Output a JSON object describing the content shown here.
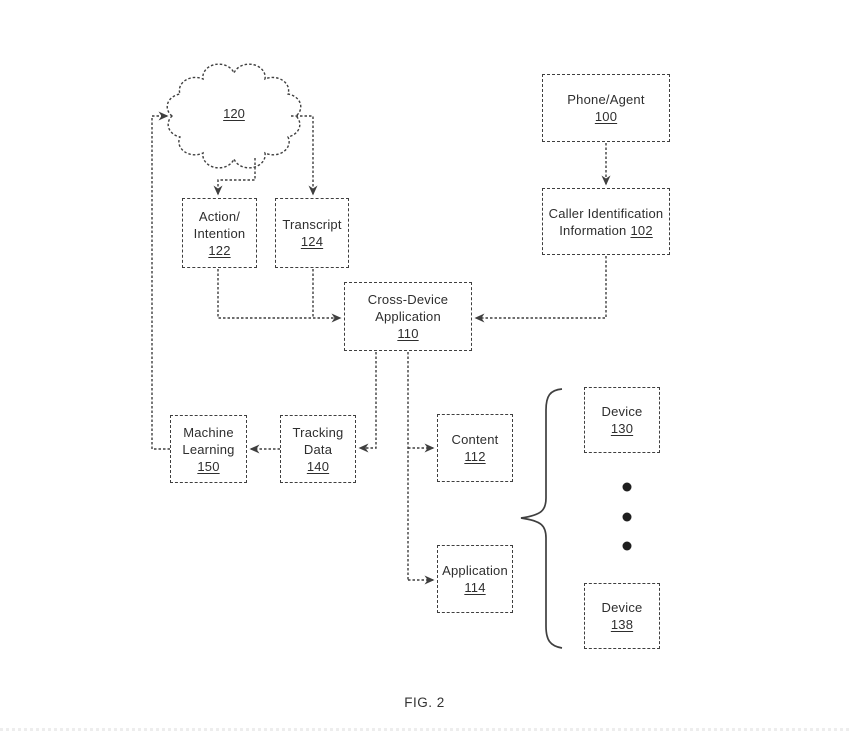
{
  "figure": {
    "caption": "FIG. 2"
  },
  "nodes": {
    "cloud": {
      "ref": "120"
    },
    "phone_agent": {
      "line1": "Phone/Agent",
      "ref": "100"
    },
    "caller_id": {
      "line1": "Caller Identification",
      "line2": "Information",
      "ref": "102"
    },
    "action_intention": {
      "line1": "Action/",
      "line2": "Intention",
      "ref": "122"
    },
    "transcript": {
      "line1": "Transcript",
      "ref": "124"
    },
    "cross_device": {
      "line1": "Cross-Device",
      "line2": "Application",
      "ref": "110"
    },
    "machine_learning": {
      "line1": "Machine",
      "line2": "Learning",
      "ref": "150"
    },
    "tracking_data": {
      "line1": "Tracking",
      "line2": "Data",
      "ref": "140"
    },
    "content": {
      "line1": "Content",
      "ref": "112"
    },
    "application": {
      "line1": "Application",
      "ref": "114"
    },
    "device_top": {
      "line1": "Device",
      "ref": "130"
    },
    "device_bottom": {
      "line1": "Device",
      "ref": "138"
    }
  },
  "edges": [
    {
      "from": "machine_learning_150",
      "to": "cloud_120"
    },
    {
      "from": "cloud_120",
      "to": "action_intention_122"
    },
    {
      "from": "cloud_120",
      "to": "transcript_124"
    },
    {
      "from": "action_intention_122",
      "to": "cross_device_application_110"
    },
    {
      "from": "transcript_124",
      "to": "cross_device_application_110"
    },
    {
      "from": "phone_agent_100",
      "to": "caller_identification_information_102"
    },
    {
      "from": "caller_identification_information_102",
      "to": "cross_device_application_110"
    },
    {
      "from": "cross_device_application_110",
      "to": "tracking_data_140"
    },
    {
      "from": "tracking_data_140",
      "to": "machine_learning_150"
    },
    {
      "from": "cross_device_application_110",
      "to": "content_112"
    },
    {
      "from": "cross_device_application_110",
      "to": "application_114"
    }
  ],
  "grouping": {
    "brace_groups": [
      "device_130",
      "device_138"
    ],
    "ellipsis_between_devices": true
  },
  "colors": {
    "stroke": "#3f3f3f",
    "text": "#2e2e2e",
    "background": "#ffffff"
  }
}
